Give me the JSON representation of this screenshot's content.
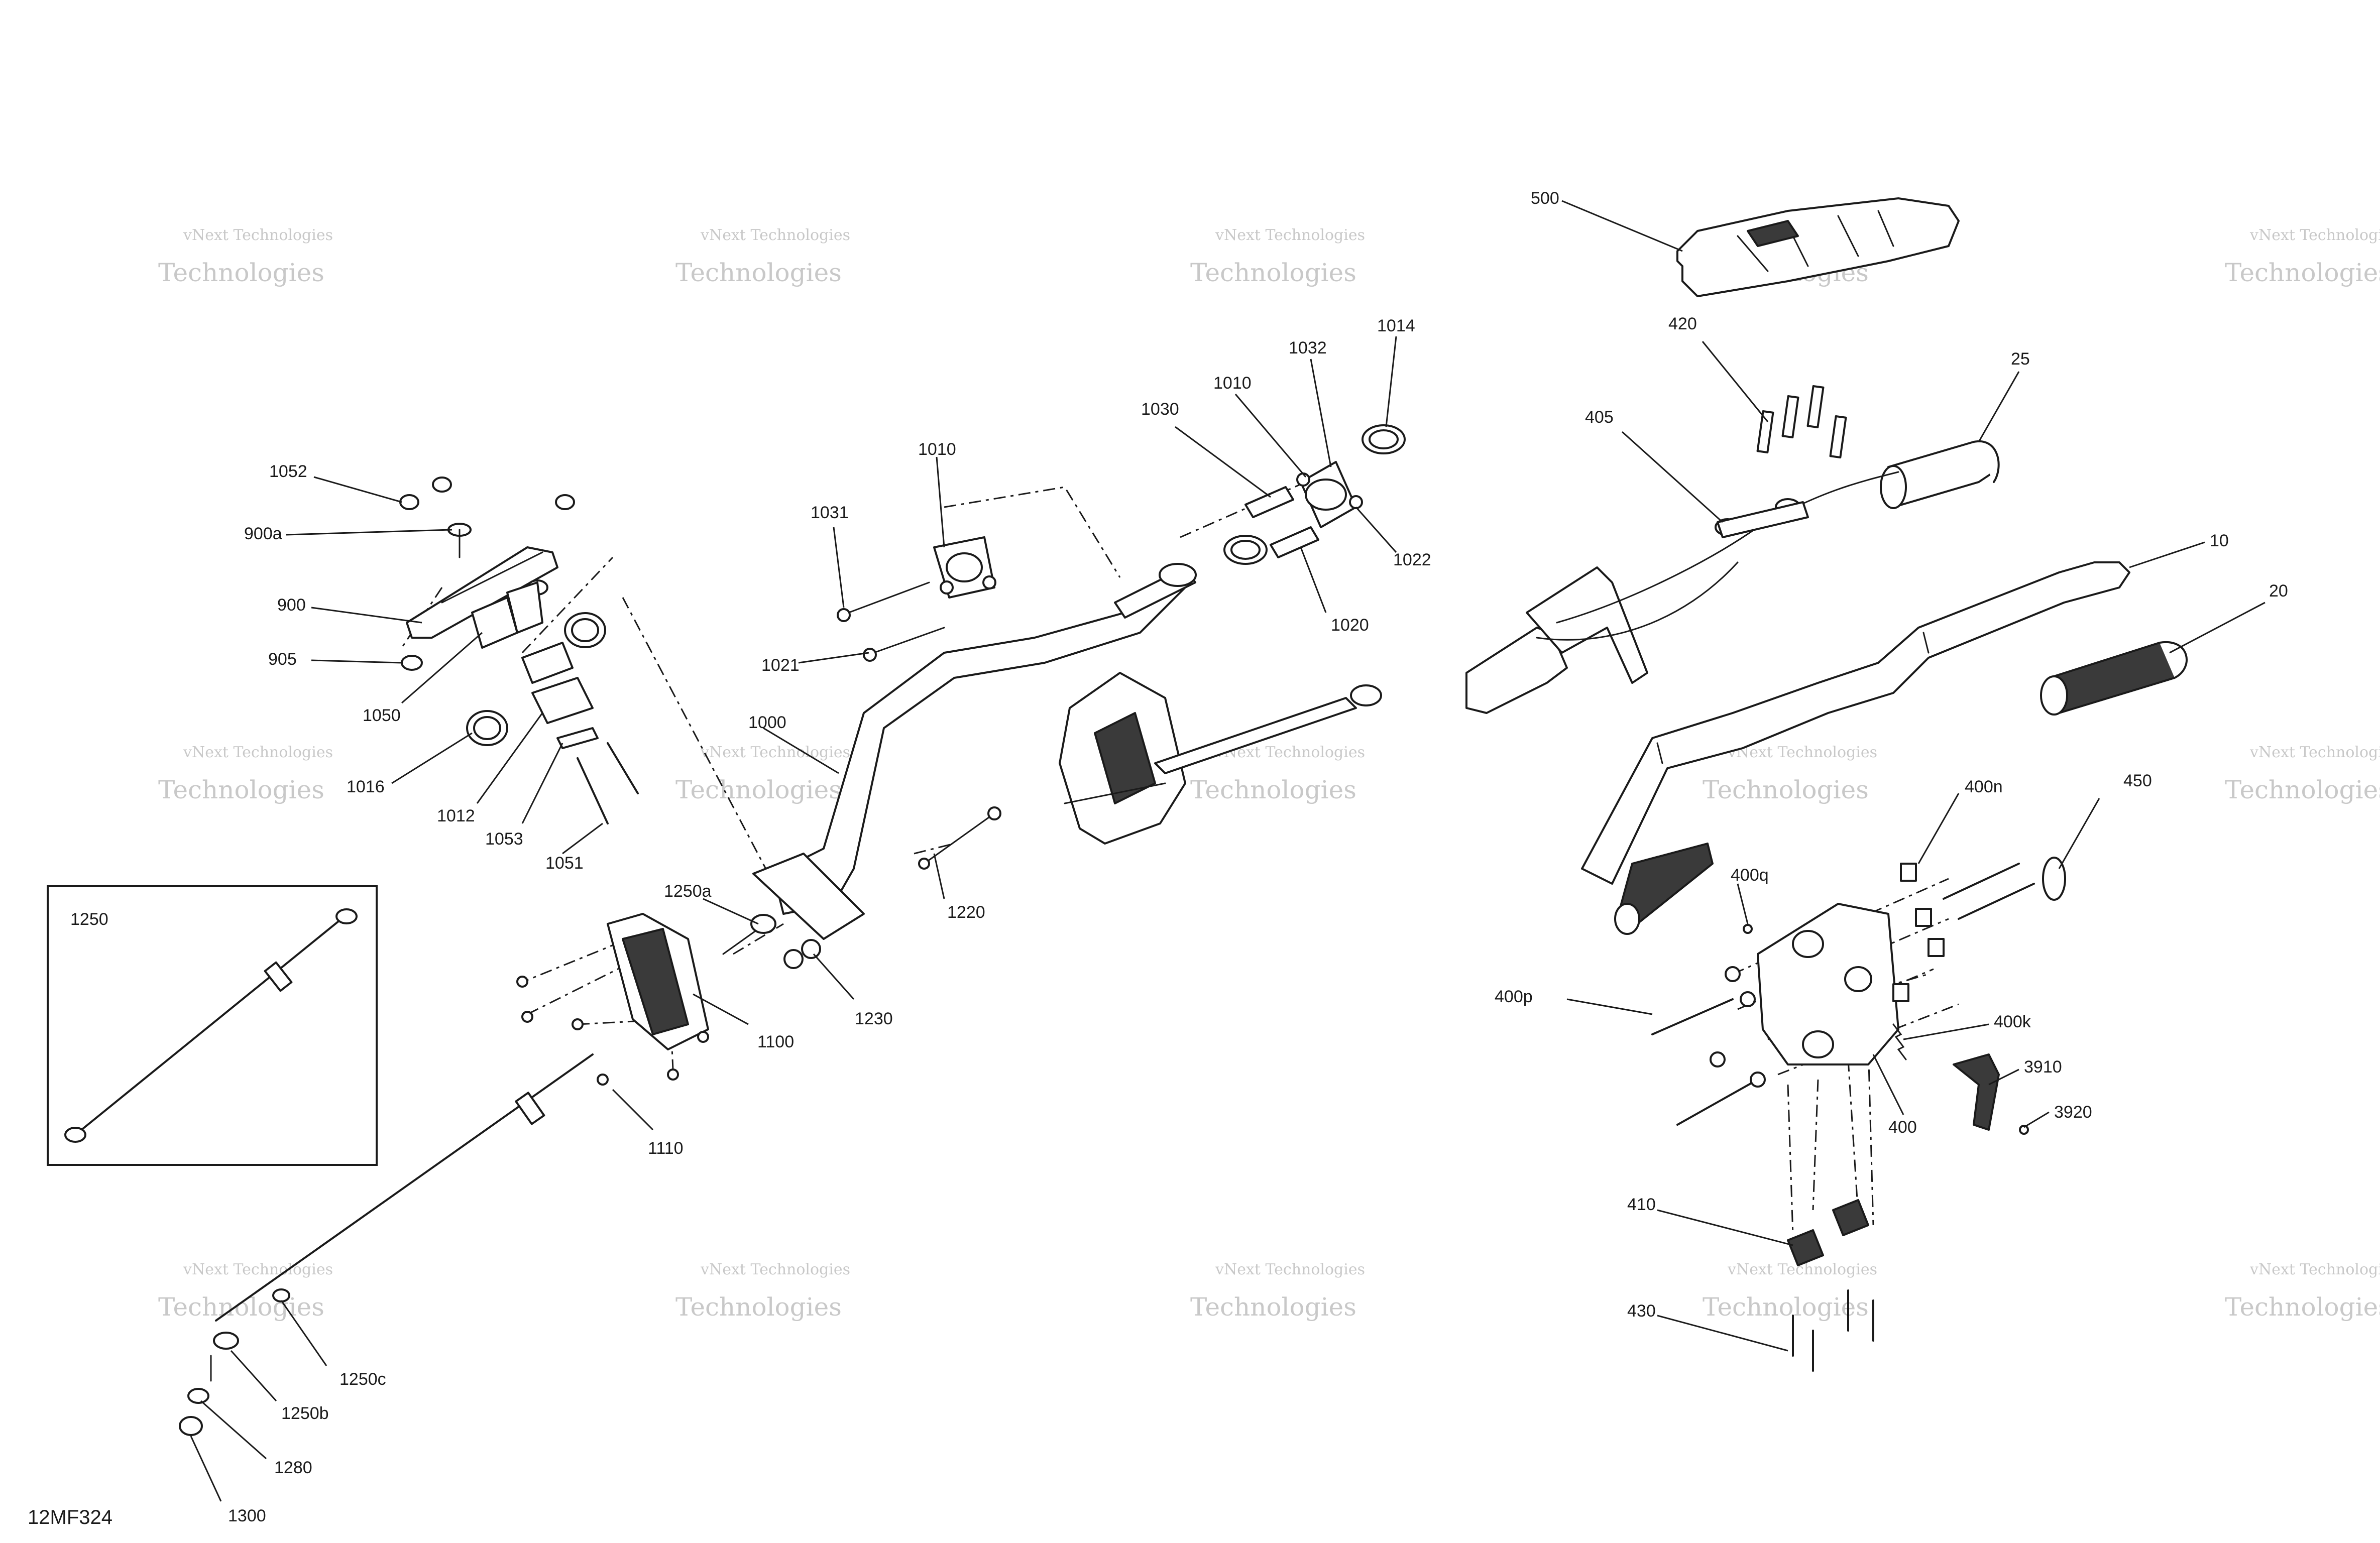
{
  "figure_id": "12MF324",
  "watermark": {
    "line1": "vNext Technologies",
    "line2": "Technologies"
  },
  "callouts": {
    "c500": "500",
    "c420": "420",
    "c405": "405",
    "c25": "25",
    "c10": "10",
    "c20": "20",
    "c1014": "1014",
    "c1032": "1032",
    "c1010a": "1010",
    "c1030": "1030",
    "c1022": "1022",
    "c1020": "1020",
    "c1010b": "1010",
    "c1031": "1031",
    "c1021": "1021",
    "c1000": "1000",
    "c1052": "1052",
    "c900a": "900a",
    "c900": "900",
    "c905": "905",
    "c1050": "1050",
    "c1016": "1016",
    "c1012": "1012",
    "c1053": "1053",
    "c1051": "1051",
    "c1250": "1250",
    "c1250a": "1250a",
    "c1220": "1220",
    "c1230": "1230",
    "c1100": "1100",
    "c1110": "1110",
    "c1250c": "1250c",
    "c1250b": "1250b",
    "c1280": "1280",
    "c1300": "1300",
    "c400n": "400n",
    "c450": "450",
    "c400q": "400q",
    "c400p": "400p",
    "c400k": "400k",
    "c3910": "3910",
    "c3920": "3920",
    "c400": "400",
    "c410": "410",
    "c430": "430"
  }
}
